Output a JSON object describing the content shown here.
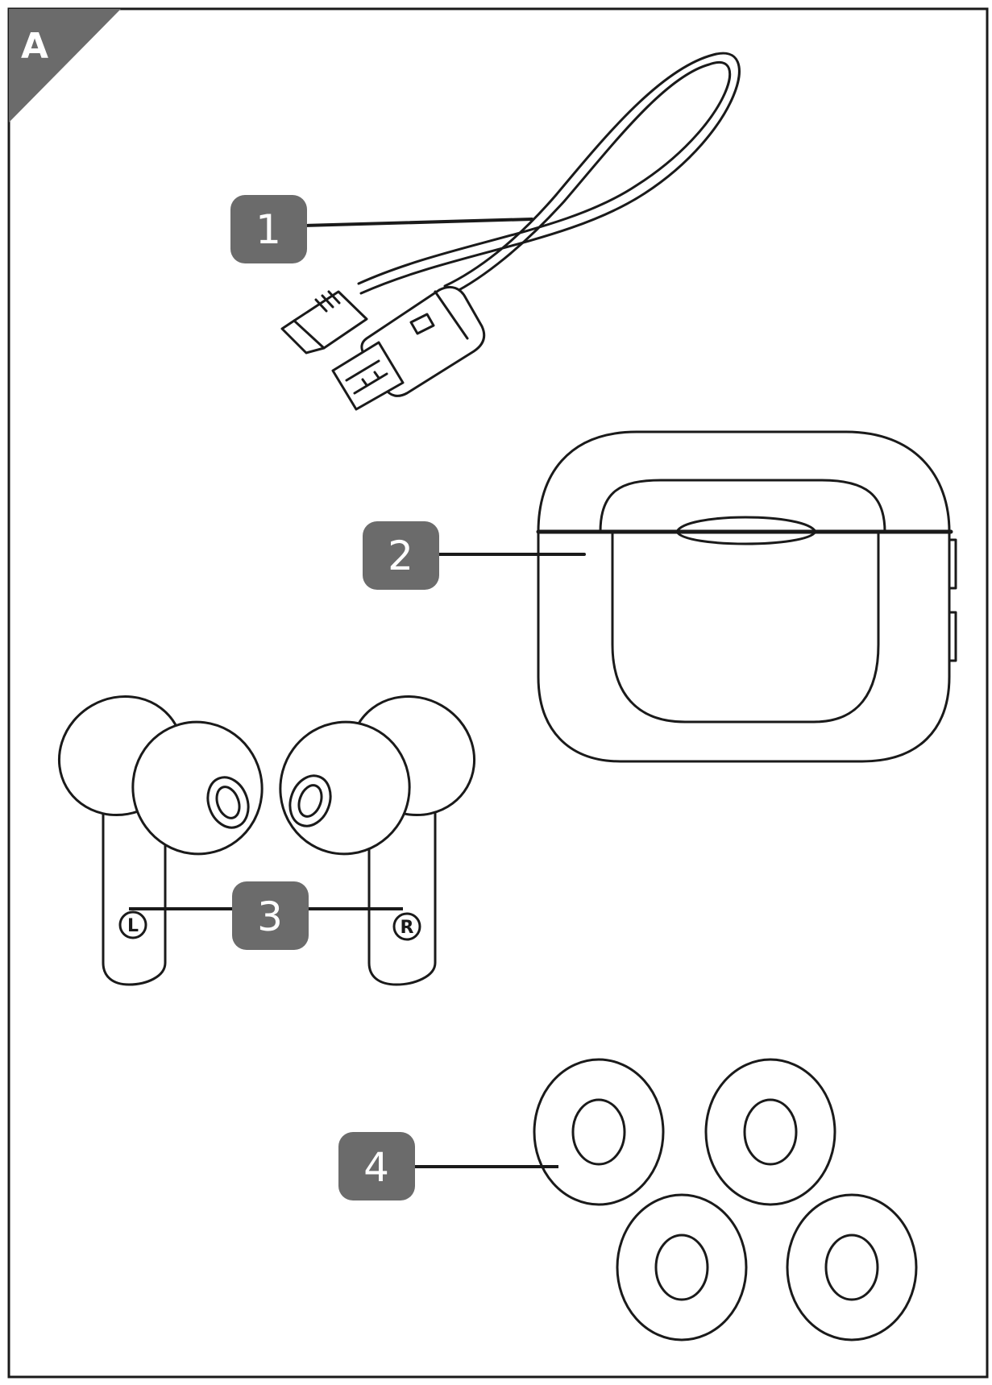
{
  "section": {
    "letter": "A"
  },
  "callouts": [
    {
      "number": "1",
      "item": "usb-cable"
    },
    {
      "number": "2",
      "item": "charging-case"
    },
    {
      "number": "3",
      "item": "earbuds"
    },
    {
      "number": "4",
      "item": "ear-tips"
    }
  ],
  "earbud_markings": {
    "left": "L",
    "right": "R"
  },
  "colors": {
    "line": "#1a1a1a",
    "badge": "#6b6b6b",
    "badge_text": "#ffffff",
    "background": "#ffffff"
  }
}
